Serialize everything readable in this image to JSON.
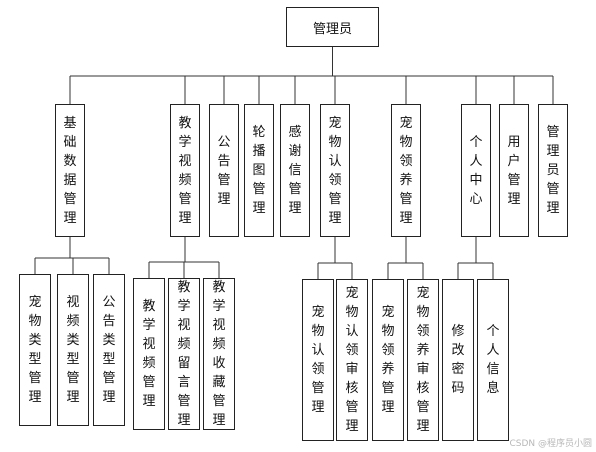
{
  "root": "管理员",
  "modules": [
    {
      "label": "基础数据管理",
      "children": [
        "宠物类型管理",
        "视频类型管理",
        "公告类型管理"
      ]
    },
    {
      "label": "教学视频管理",
      "children": [
        "教学视频管理",
        "教学视频留言管理",
        "教学视频收藏管理"
      ]
    },
    {
      "label": "公告管理",
      "children": []
    },
    {
      "label": "轮播图管理",
      "children": []
    },
    {
      "label": "感谢信管理",
      "children": []
    },
    {
      "label": "宠物认领管理",
      "children": [
        "宠物认领管理",
        "宠物认领审核管理"
      ]
    },
    {
      "label": "宠物领养管理",
      "children": [
        "宠物领养管理",
        "宠物领养审核管理"
      ]
    },
    {
      "label": "个人中心",
      "children": [
        "修改密码",
        "个人信息"
      ]
    },
    {
      "label": "用户管理",
      "children": []
    },
    {
      "label": "管理员管理",
      "children": []
    }
  ],
  "watermark": "CSDN @程序员小圆"
}
